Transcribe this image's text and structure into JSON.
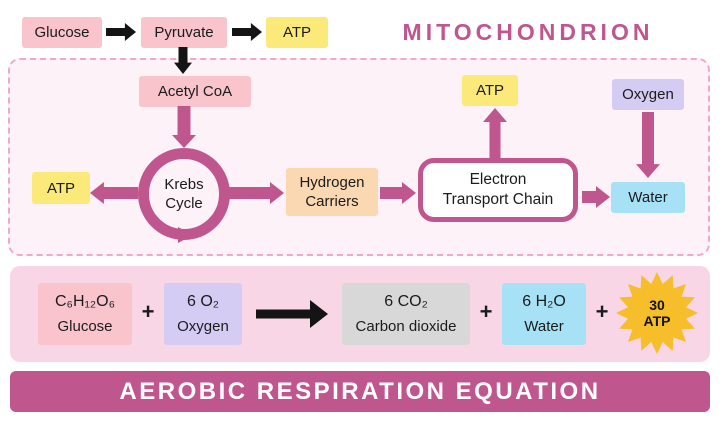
{
  "title": "MITOCHONDRION",
  "glycolysis": {
    "glucose": "Glucose",
    "pyruvate": "Pyruvate",
    "atp": "ATP"
  },
  "mitochondrion": {
    "acetyl_coa": "Acetyl CoA",
    "krebs": {
      "line1": "Krebs",
      "line2": "Cycle"
    },
    "atp_krebs": "ATP",
    "hydrogen_carriers": {
      "line1": "Hydrogen",
      "line2": "Carriers"
    },
    "etc": {
      "line1": "Electron",
      "line2": "Transport Chain"
    },
    "atp_etc": "ATP",
    "oxygen": "Oxygen",
    "water": "Water"
  },
  "equation": {
    "plus": "+",
    "glucose": {
      "formula": "C₆H₁₂O₆",
      "name": "Glucose"
    },
    "oxygen": {
      "formula": "6 O₂",
      "name": "Oxygen"
    },
    "carbon_dioxide": {
      "formula": "6 CO₂",
      "name": "Carbon dioxide"
    },
    "water": {
      "formula": "6 H₂O",
      "name": "Water"
    },
    "atp_star": {
      "line1": "30",
      "line2": "ATP"
    }
  },
  "banner": "AEROBIC RESPIRATION EQUATION",
  "colors": {
    "accent": "#C0568E",
    "pink_box": "#F9C4CC",
    "yellow_box": "#FBEA7A",
    "purple_box": "#D5CCF3",
    "peach_box": "#FAD8B2",
    "blue_box": "#A7E1F6",
    "gray_box": "#D8D8D8",
    "star": "#F6BE2A",
    "panel_bg": "#FDF2F7",
    "equation_bg": "#F8D6E6",
    "dash_border": "#EFA9C9"
  }
}
